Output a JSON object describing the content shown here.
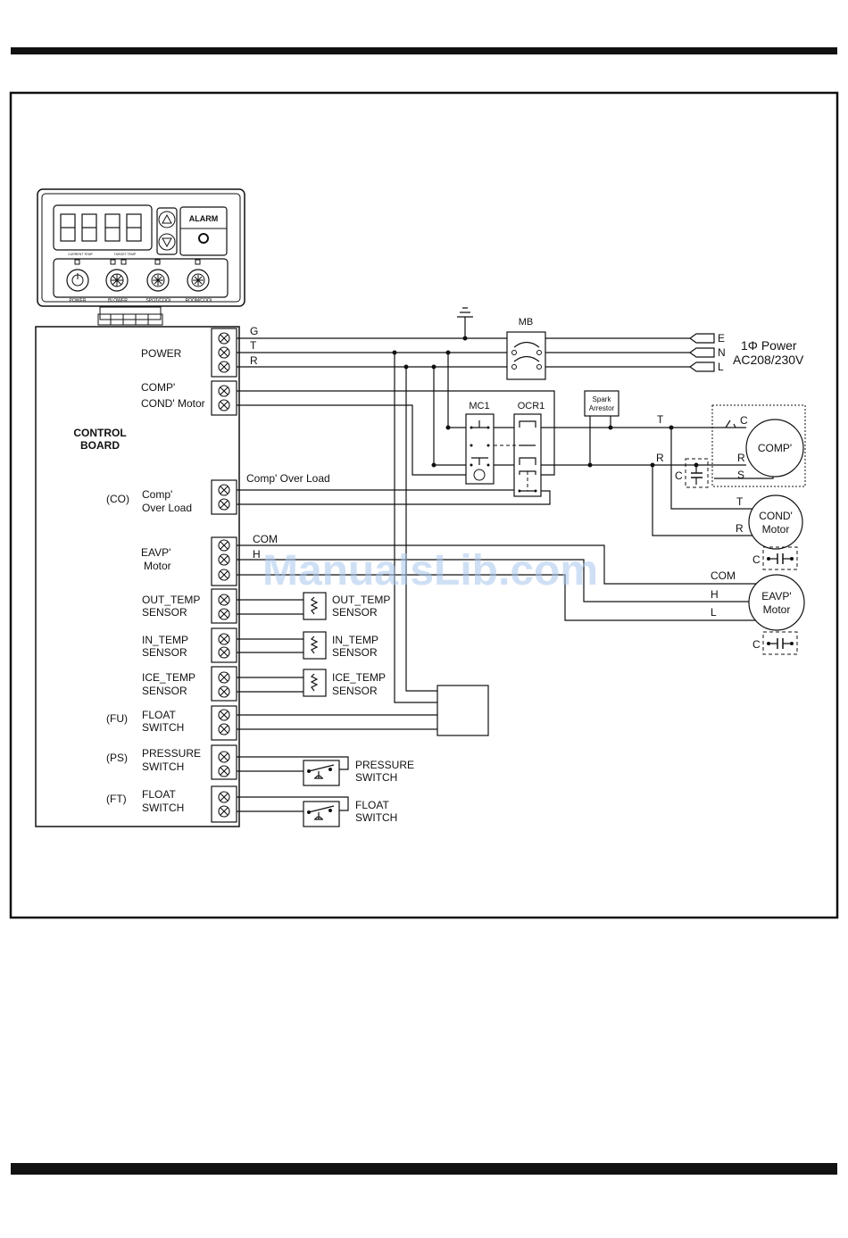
{
  "brand_watermark": "ManualsLib.com",
  "display_panel": {
    "digit_labels": [
      "CURRENT TEMP",
      "TARGET TEMP"
    ],
    "alarm": "ALARM",
    "buttons": [
      "POWER",
      "BLOWER",
      "SPOT/COOL",
      "ROOM/COOL"
    ]
  },
  "control_board": {
    "title_line1": "CONTROL",
    "title_line2": "BOARD",
    "power": "POWER",
    "wire_g": "G",
    "wire_t": "T",
    "wire_r": "R",
    "comp_label": "COMP'",
    "cond_label": "COND' Motor",
    "co_code": "(CO)",
    "co_label1": "Comp'",
    "co_label2": "Over Load",
    "co_wire": "Comp' Over Load",
    "eavp_label1": "EAVP'",
    "eavp_label2": "Motor",
    "eavp_com": "COM",
    "eavp_h": "H",
    "out_temp1": "OUT_TEMP",
    "out_temp2": "SENSOR",
    "in_temp1": "IN_TEMP",
    "in_temp2": "SENSOR",
    "ice_temp1": "ICE_TEMP",
    "ice_temp2": "SENSOR",
    "fu_code": "(FU)",
    "fu_label1": "FLOAT",
    "fu_label2": "SWITCH",
    "ps_code": "(PS)",
    "ps_label1": "PRESSURE",
    "ps_label2": "SWITCH",
    "ft_code": "(FT)",
    "ft_label1": "FLOAT",
    "ft_label2": "SWITCH"
  },
  "components": {
    "mb": "MB",
    "mc1": "MC1",
    "ocr1": "OCR1",
    "spark1": "Spark",
    "spark2": "Arrestor",
    "power_e": "E",
    "power_n": "N",
    "power_l": "L",
    "power_title": "1Φ Power",
    "power_spec": "AC208/230V",
    "comp_motor": "COMP'",
    "comp_t": "T",
    "comp_c": "C",
    "comp_r": "R",
    "comp_s": "S",
    "comp_r_left": "R",
    "comp_cap_c": "C",
    "cond_t": "T",
    "cond_r": "R",
    "cond_motor1": "COND'",
    "cond_motor2": "Motor",
    "cond_cap_c": "C",
    "eavp_com": "COM",
    "eavp_h": "H",
    "eavp_l": "L",
    "eavp_motor1": "EAVP'",
    "eavp_motor2": "Motor",
    "eavp_cap_c": "C",
    "out_temp1": "OUT_TEMP",
    "out_temp2": "SENSOR",
    "in_temp1": "IN_TEMP",
    "in_temp2": "SENSOR",
    "ice_temp1": "ICE_TEMP",
    "ice_temp2": "SENSOR",
    "pressure1": "PRESSURE",
    "pressure2": "SWITCH",
    "float1": "FLOAT",
    "float2": "SWITCH"
  }
}
